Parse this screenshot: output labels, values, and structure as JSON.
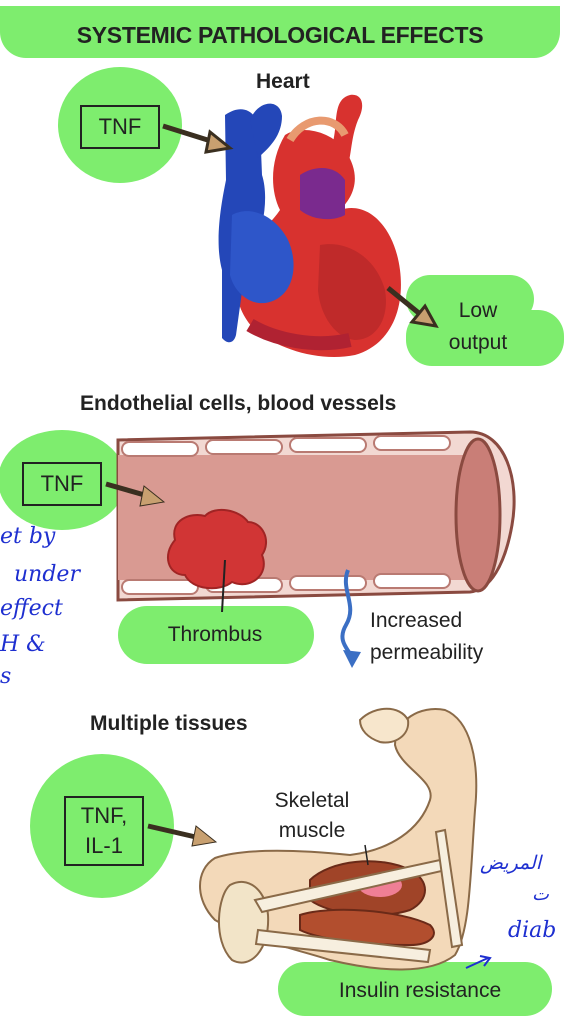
{
  "title": "SYSTEMIC PATHOLOGICAL EFFECTS",
  "sections": {
    "heart": {
      "title": "Heart",
      "mediator": "TNF",
      "effect_line1": "Low",
      "effect_line2": "output"
    },
    "vessels": {
      "title": "Endothelial cells, blood vessels",
      "mediator": "TNF",
      "thrombus": "Thrombus",
      "perm_line1": "Increased",
      "perm_line2": "permeability"
    },
    "tissues": {
      "title": "Multiple tissues",
      "mediator_line1": "TNF,",
      "mediator_line2": "IL-1",
      "muscle_line1": "Skeletal",
      "muscle_line2": "muscle",
      "effect": "Insulin resistance"
    }
  },
  "handwritten_notes": {
    "left_lines": [
      "et by",
      "under",
      "effect",
      "H &",
      "s"
    ],
    "right_lines": [
      "المريض",
      "ت",
      "diab"
    ]
  },
  "colors": {
    "highlight": "#7eed6e",
    "ink_blue": "#1e2fd0",
    "artery_red": "#d8322f",
    "vein_blue": "#2447b8",
    "vessel_pink": "#e8b4ae"
  }
}
